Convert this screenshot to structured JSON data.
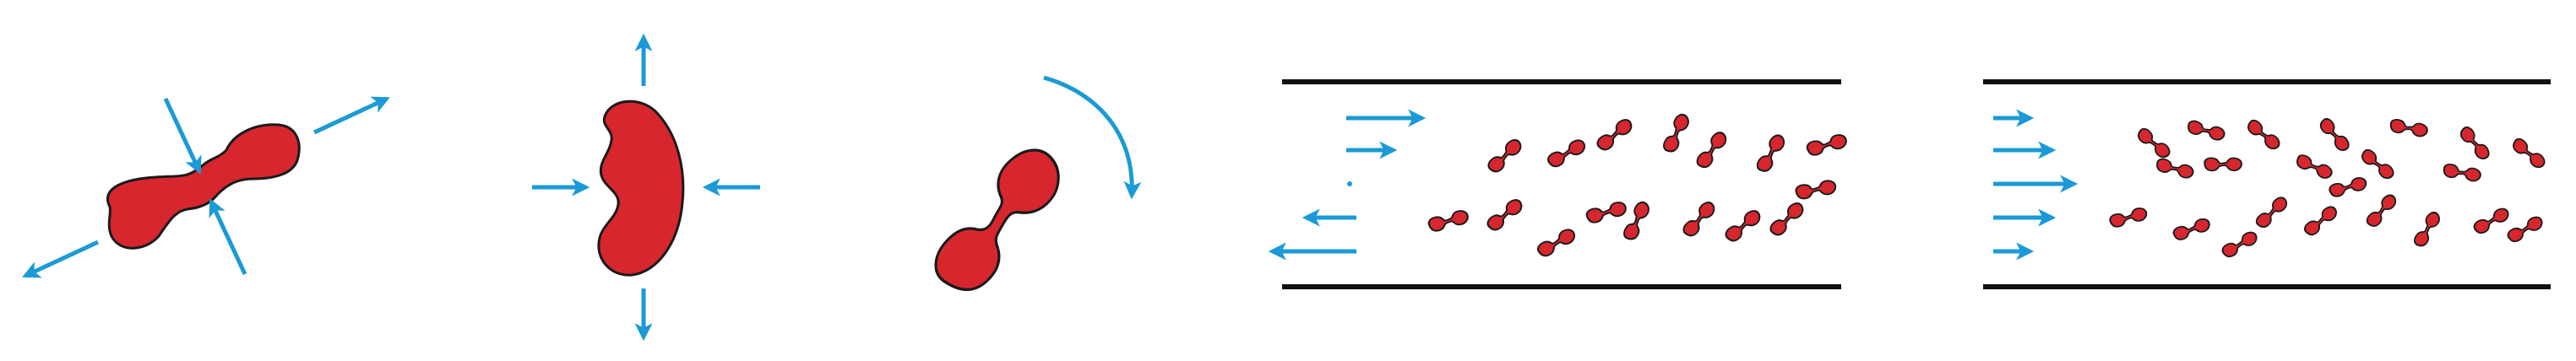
{
  "colors": {
    "cell_fill": "#d7262e",
    "cell_stroke": "#1a1a1a",
    "arrow": "#1a9ad6",
    "wall": "#111111",
    "background": "#ffffff"
  },
  "panels": [
    {
      "id": "extensional-stretch",
      "icon": "stretched-dumbbell-cell-with-flow-arrows"
    },
    {
      "id": "compression",
      "icon": "bean-shaped-cell-with-squeeze-arrows"
    },
    {
      "id": "rotation",
      "icon": "dumbbell-cell-with-curved-rotation-arrow"
    },
    {
      "id": "shear-flow-channel",
      "icon": "channel-with-linear-shear-profile-and-tilted-cells"
    },
    {
      "id": "poiseuille-flow-channel",
      "icon": "channel-with-parabolic-profile-and-tilted-cells"
    }
  ]
}
